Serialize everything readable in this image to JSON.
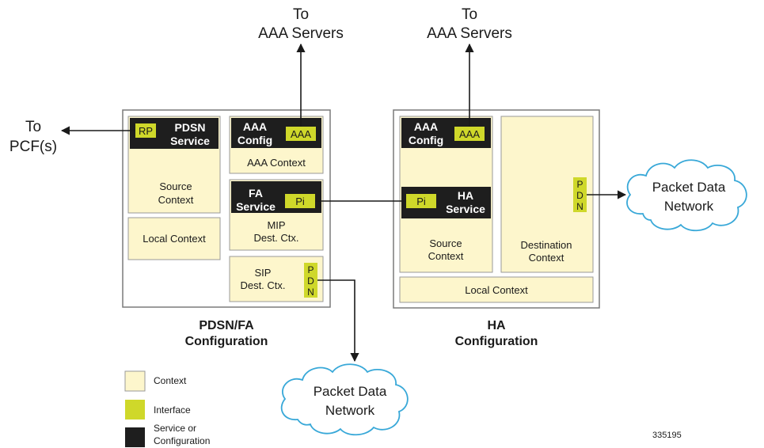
{
  "external": {
    "aaa_left": [
      "To",
      "AAA Servers"
    ],
    "aaa_right": [
      "To",
      "AAA Servers"
    ],
    "pcf": [
      "To",
      "PCF(s)"
    ]
  },
  "pdsn": {
    "pdsn_service": {
      "interface": "RP",
      "label": [
        "PDSN",
        "Service"
      ]
    },
    "source_context": [
      "Source",
      "Context"
    ],
    "local_context": "Local Context",
    "aaa_config": {
      "label": [
        "AAA",
        "Config"
      ],
      "interface": "AAA"
    },
    "aaa_context": "AAA Context",
    "fa_service": {
      "label": [
        "FA",
        "Service"
      ],
      "interface": "Pi"
    },
    "mip_context": [
      "MIP",
      "Dest. Ctx."
    ],
    "sip_context": [
      "SIP",
      "Dest. Ctx."
    ],
    "pdn_interface": [
      "P",
      "D",
      "N"
    ],
    "caption": [
      "PDSN/FA",
      "Configuration"
    ]
  },
  "ha": {
    "aaa_config": {
      "label": [
        "AAA",
        "Config"
      ],
      "interface": "AAA"
    },
    "ha_service": {
      "interface": "Pi",
      "label": [
        "HA",
        "Service"
      ]
    },
    "source_context": [
      "Source",
      "Context"
    ],
    "destination_context": [
      "Destination",
      "Context"
    ],
    "pdn_interface": [
      "P",
      "D",
      "N"
    ],
    "local_context": "Local Context",
    "caption": [
      "HA",
      "Configuration"
    ]
  },
  "clouds": {
    "right": [
      "Packet Data",
      "Network"
    ],
    "bottom": [
      "Packet Data",
      "Network"
    ]
  },
  "legend": {
    "context": "Context",
    "interface": "Interface",
    "service": [
      "Service or",
      "Configuration"
    ]
  },
  "figure_number": "335195",
  "colors": {
    "context_fill": "#fdf6cc",
    "interface_fill": "#cfd82a",
    "service_fill": "#1e1e1e",
    "frame_stroke": "#7a7a7a"
  }
}
